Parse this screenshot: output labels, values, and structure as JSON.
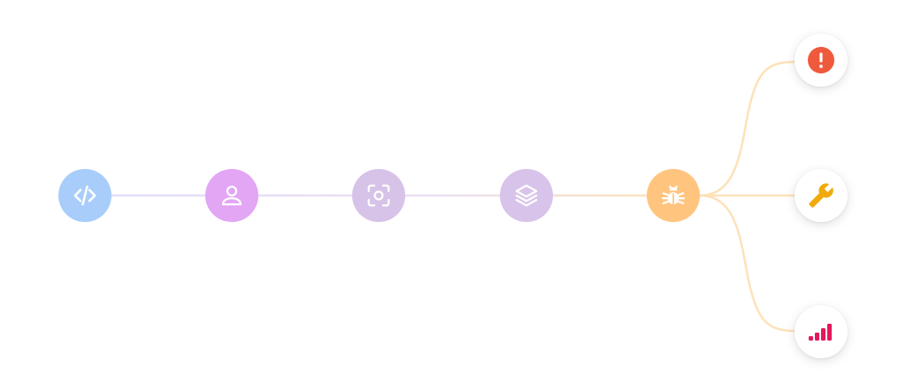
{
  "colors": {
    "code": "#a8cdfb",
    "user": "#e2a6f5",
    "scan": "#d7c3e8",
    "layers": "#d8c3ea",
    "bug": "#ffc57f",
    "alert": "#ef5a3c",
    "wrench": "#f0ab0b",
    "signal": "#e4185a",
    "line_left": "#e9def8",
    "line_right": "#fde2b8"
  },
  "pipeline": [
    {
      "id": "code",
      "icon": "code-icon"
    },
    {
      "id": "user",
      "icon": "user-icon"
    },
    {
      "id": "scan",
      "icon": "scan-icon"
    },
    {
      "id": "layers",
      "icon": "layers-icon"
    },
    {
      "id": "bug",
      "icon": "bug-icon"
    }
  ],
  "outputs": [
    {
      "id": "alert",
      "icon": "alert-icon"
    },
    {
      "id": "wrench",
      "icon": "wrench-icon"
    },
    {
      "id": "signal",
      "icon": "signal-icon"
    }
  ]
}
